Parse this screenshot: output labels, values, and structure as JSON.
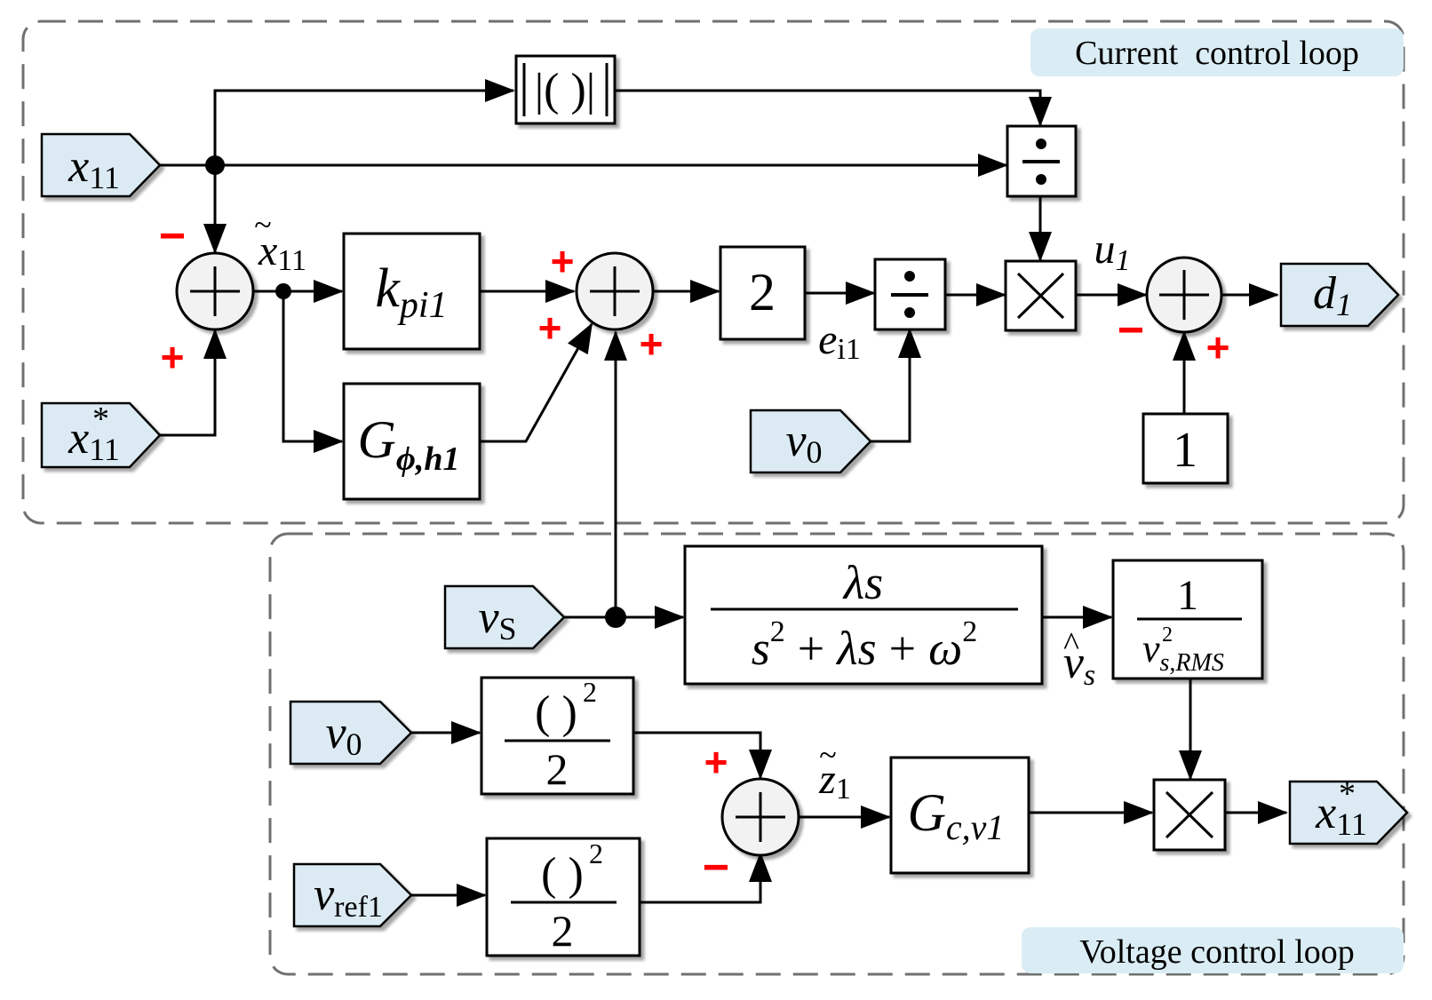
{
  "loops": {
    "current": "Current  control loop",
    "voltage": "Voltage control loop"
  },
  "ports": {
    "x11_in": {
      "sym": "x",
      "sub": "11"
    },
    "x11_ref_in": {
      "sym": "x",
      "sup": "*",
      "sub": "11"
    },
    "v0_in_current": {
      "sym": "v",
      "sub": "0"
    },
    "d1_out": {
      "sym": "d",
      "sub": "1"
    },
    "vs_in": {
      "sym": "v",
      "sub": "S"
    },
    "v0_in_voltage": {
      "sym": "v",
      "sub": "0"
    },
    "vref1_in": {
      "sym": "v",
      "sub": "ref1"
    },
    "x11_ref_out": {
      "sym": "x",
      "sup": "*",
      "sub": "11"
    }
  },
  "blocks": {
    "abs": "|( )|",
    "kpi": {
      "sym": "k",
      "sub": "pi1"
    },
    "gphi": {
      "sym": "G",
      "sub": "ϕ,h1"
    },
    "gain2": "2",
    "const1": "1",
    "sogi": {
      "num": "λs",
      "den_a": "s",
      "den_plus1": "+",
      "den_b": "λs",
      "den_plus2": "+",
      "den_c": "ω",
      "exp": "2"
    },
    "rms": {
      "num": "1",
      "den": "v",
      "den_sup": "2",
      "den_sub": "s,RMS"
    },
    "square1": {
      "num": "( )",
      "exp": "2",
      "den": "2"
    },
    "square2": {
      "num": "( )",
      "exp": "2",
      "den": "2"
    },
    "gcv": {
      "sym": "G",
      "sub": "c,v1"
    },
    "div": "÷",
    "mult": "×"
  },
  "signals": {
    "x11_err": {
      "sym": "x",
      "accent": "~",
      "sub": "11"
    },
    "e_i1": {
      "sym": "e",
      "sub": "i1"
    },
    "u1": {
      "sym": "u",
      "sub": "1"
    },
    "vs_hat": {
      "sym": "v",
      "accent": "^",
      "sub": "s"
    },
    "z1_err": {
      "sym": "z",
      "accent": "~",
      "sub": "1"
    }
  },
  "signs": {
    "sum1_top": "−",
    "sum1_bottom": "+",
    "sum2_left": "+",
    "sum2_lower": "+",
    "sum2_bottom": "+",
    "sum3_left": "−",
    "sum3_bottom": "+",
    "sum4_top": "+",
    "sum4_bottom": "−"
  },
  "colors": {
    "port_fill": "#dcebf3",
    "loop_label_fill": "#daedf4",
    "sign_color": "#ff0000",
    "loop_border": "#707070"
  }
}
